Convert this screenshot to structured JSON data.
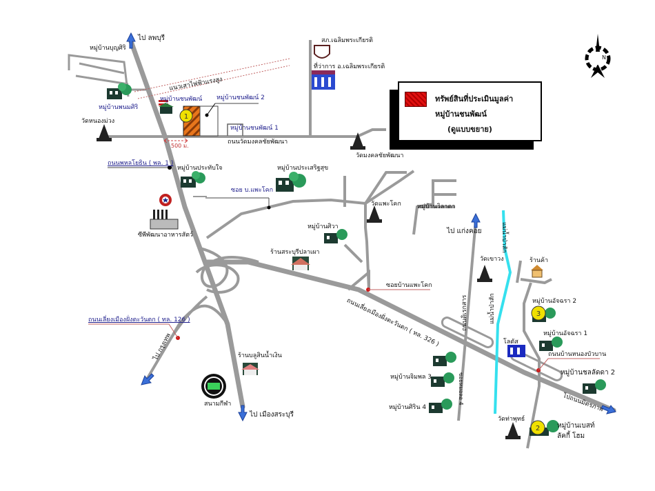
{
  "map": {
    "title": "แผนที่ตั้งทรัพย์สิน หมู่บ้านชนพัฒน์",
    "legend": {
      "line1": "ทรัพย์สินที่ประเมินมูลค่า",
      "line2": "หมู่บ้านชนพัฒน์",
      "line3": "(ดูแบบขยาย)",
      "swatch_color": "#e01010"
    },
    "compass": {
      "label": "N"
    },
    "scale_label": "500 ม.",
    "markers": [
      {
        "number": "1"
      },
      {
        "number": "2"
      },
      {
        "number": "3"
      }
    ],
    "directions": {
      "to_lopburi": "ไป ลพบุรี",
      "to_kaeng_khoi": "ไป แก่งคอย",
      "to_bangkok": "ไป กรุงเทพ",
      "to_mueang_saraburi": "ไป เมืองสระบุรี",
      "to_mittraphap": "ไปถนนมิตรภาพ"
    },
    "roads": {
      "power_line": "แนวเสาไฟฟ้าแรงสูง",
      "wat_mongkol_road": "ถนนวัดมงคลชัยพัฒนา",
      "rd_phl1": "ถนนพหลโยธิน ( พล. 1 )",
      "soi_phaekhok": "ซอย บ.แพะโคก",
      "soi_ban_phaekhok": "ซอยบ้านแพะโคก",
      "bypass_326": "ถนนเลี่ยงเมืองฝั่งตะวันตก ( ทล. 326 )",
      "bypass_126": "ถนนเลี่ยงเมืองฝั่งตะวันตก ( ทล. 126 )",
      "rd_ditsarakan": "ถนนดิเรกสาร",
      "rd_nong_bua": "ถนนบ้านหนองบัวบาน",
      "soi_4": "ซอยหมอลอ 4",
      "river": "แม่น้ำป่าสัก"
    },
    "places": {
      "ban_bunsiri": "หมู่บ้านบุญศิริ",
      "ban_phanomsiri": "หมู่บ้านพนมศิริ",
      "ban_chonphat": "หมู่บ้านชนพัฒน์",
      "ban_chonphat_2": "หมู่บ้านชนพัฒน์ 2",
      "ban_chonphat_1": "หมู่บ้านชนพัฒน์ 1",
      "wat_nongmuang": "วัดหนองม่วง",
      "police": "สภ.เฉลิมพระเกียรติ",
      "district_office": "ที่ว่าการ อ.เฉลิมพระเกียรติ",
      "wat_mongkol": "วัดมงคลชัยพัฒนา",
      "ban_prathapjai": "หมู่บ้านประทับใจ",
      "ban_prasertsuk": "หมู่บ้านประเสริฐสุข",
      "feed_factory": "ซีพีพัฒนาอาหารสัตว์",
      "wat_phaekhok": "วัดแพะโคก",
      "ban_wila": "หมู่บ้านวิลาดา",
      "ban_siwa": "หมู่บ้านศิวา",
      "restaurant": "ร้านสระบุรีปลาเผา",
      "wat_khao_wong": "วัดเขาวง",
      "shop": "ร้านค้า",
      "ban_atchara_2": "หมู่บ้านอัจฉรา 2",
      "ban_atchara_1": "หมู่บ้านอัจฉรา 1",
      "ban_chonlada_2": "หมู่บ้านชลลัดดา 2",
      "lotus": "โลตัส",
      "ban_chimphon_3": "หมู่บ้านจิมพล 3",
      "ban_sirin_4": "หมู่บ้านศิริน 4",
      "wat_tha_phut": "วัดท่าพุทธ์",
      "ban_best_lucky": "หมู่บ้านเบสท์",
      "ban_best_lucky_2": "ลัคกี้ โฮม",
      "blue_restaurant": "ร้านบลูสินน้ำเงิน",
      "stadium": "สนามกีฬา"
    }
  }
}
